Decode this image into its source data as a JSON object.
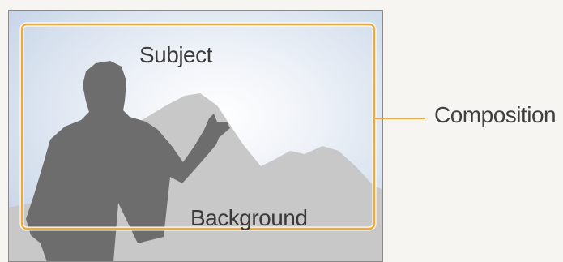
{
  "labels": {
    "subject": "Subject",
    "background": "Background",
    "composition": "Composition"
  },
  "colors": {
    "page_background": "#f7f5f1",
    "sky_top": "#c9d6e8",
    "sky_glow": "#ffffff",
    "mountain": "#c8c8c8",
    "silhouette": "#6d6d6d",
    "composition_frame": "#f0a93c",
    "photo_border": "#8a8a8a"
  },
  "icons": {
    "subject": "person-silhouette-thumbs-up",
    "background": "mountain-range"
  }
}
